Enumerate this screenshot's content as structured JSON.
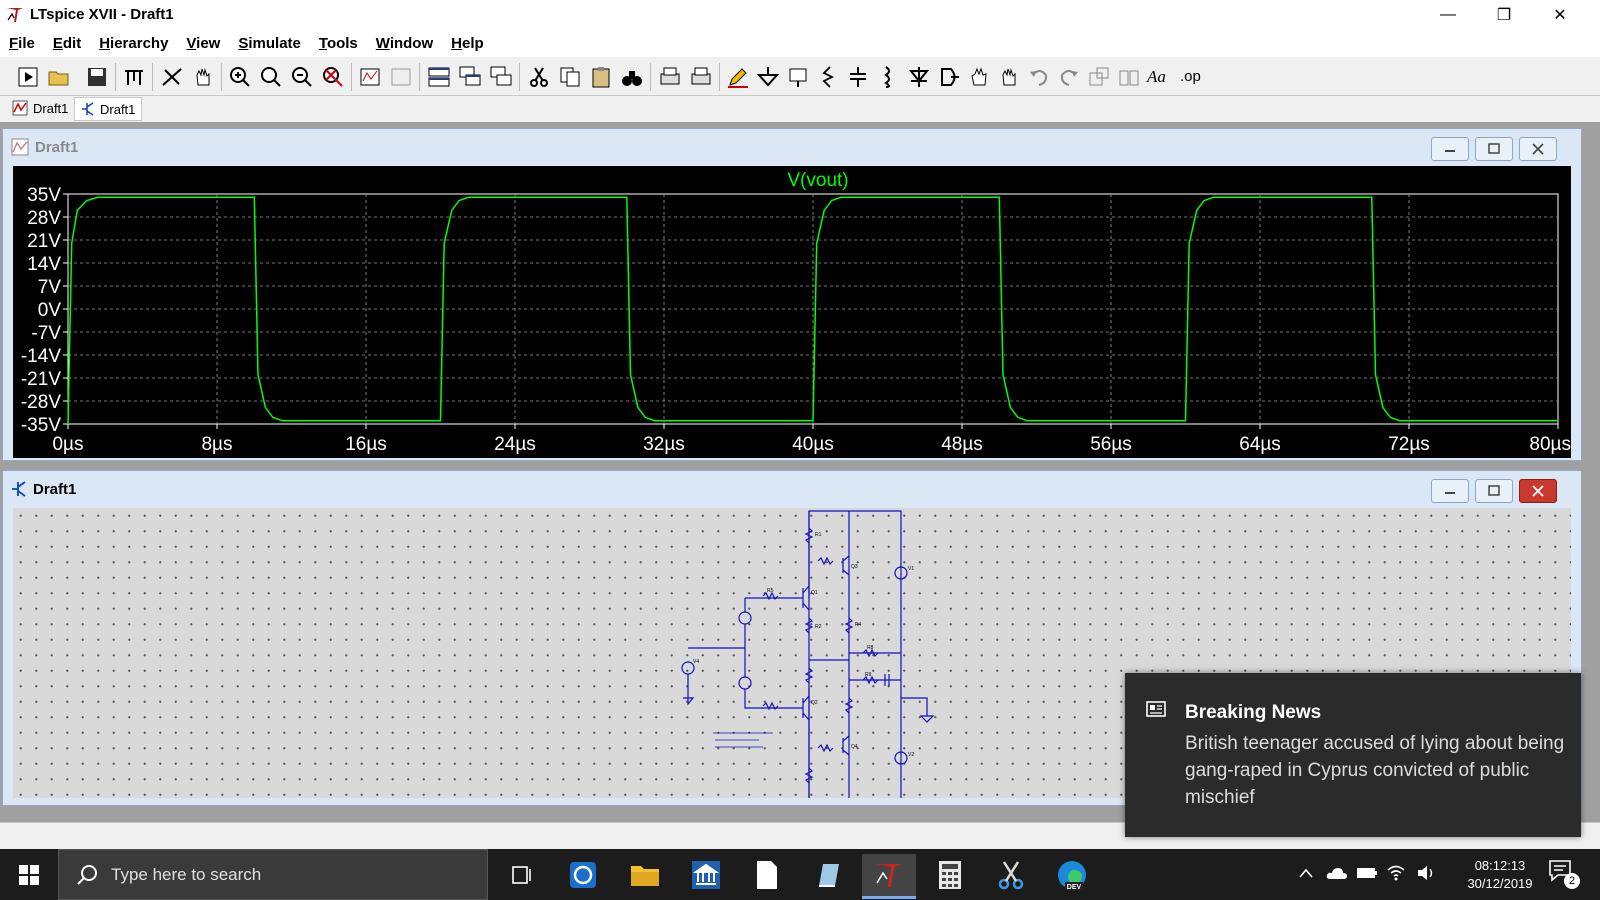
{
  "window": {
    "title": "LTspice XVII - Draft1",
    "minimize": "—",
    "maximize": "❐",
    "close": "✕"
  },
  "menu": [
    {
      "label": "File",
      "u": "F",
      "rest": "ile"
    },
    {
      "label": "Edit",
      "u": "E",
      "rest": "dit"
    },
    {
      "label": "Hierarchy",
      "u": "H",
      "rest": "ierarchy"
    },
    {
      "label": "View",
      "u": "V",
      "rest": "iew"
    },
    {
      "label": "Simulate",
      "u": "S",
      "rest": "imulate"
    },
    {
      "label": "Tools",
      "u": "T",
      "rest": "ools"
    },
    {
      "label": "Window",
      "u": "W",
      "rest": "indow"
    },
    {
      "label": "Help",
      "u": "H",
      "rest": "elp"
    }
  ],
  "toolbar_text": {
    "font_tool": "Aa",
    "op_tool": ".op"
  },
  "tabs": [
    {
      "label": "Draft1"
    },
    {
      "label": "Draft1"
    }
  ],
  "plot_window": {
    "title": "Draft1"
  },
  "schematic_window": {
    "title": "Draft1"
  },
  "chart_data": {
    "type": "line",
    "title": "V(vout)",
    "xlabel": "",
    "ylabel": "",
    "x_ticks": [
      "0µs",
      "8µs",
      "16µs",
      "24µs",
      "32µs",
      "40µs",
      "48µs",
      "56µs",
      "64µs",
      "72µs",
      "80µs"
    ],
    "y_ticks": [
      "35V",
      "28V",
      "21V",
      "14V",
      "7V",
      "0V",
      "-7V",
      "-14V",
      "-21V",
      "-28V",
      "-35V"
    ],
    "xlim": [
      0,
      80
    ],
    "ylim": [
      -35,
      35
    ],
    "grid": true,
    "color": "#00ff00",
    "series": [
      {
        "name": "V(vout)",
        "x": [
          0.0,
          0.2,
          0.5,
          1.0,
          1.6,
          2.0,
          10.0,
          10.2,
          10.6,
          11.0,
          11.5,
          12.0,
          20.0,
          20.2,
          20.6,
          21.0,
          21.5,
          22.0,
          30.0,
          30.2,
          30.6,
          31.0,
          31.5,
          32.0,
          40.0,
          40.2,
          40.6,
          41.0,
          41.5,
          42.0,
          50.0,
          50.2,
          50.6,
          51.0,
          51.5,
          52.0,
          60.0,
          60.2,
          60.6,
          61.0,
          61.5,
          62.0,
          70.0,
          70.2,
          70.6,
          71.0,
          71.5,
          72.0,
          80.0
        ],
        "y": [
          -35,
          20,
          30,
          33,
          34,
          34,
          34,
          -20,
          -30,
          -33,
          -34,
          -34,
          -34,
          20,
          30,
          33,
          34,
          34,
          34,
          -20,
          -30,
          -33,
          -34,
          -34,
          -34,
          20,
          30,
          33,
          34,
          34,
          34,
          -20,
          -30,
          -33,
          -34,
          -34,
          -34,
          20,
          30,
          33,
          34,
          34,
          34,
          -20,
          -30,
          -33,
          -34,
          -34,
          -34
        ]
      }
    ]
  },
  "taskbar": {
    "search_placeholder": "Type here to search",
    "time": "08:12:13",
    "date": "30/12/2019",
    "notifications_count": "2",
    "edge_badge": "DEV"
  },
  "toast": {
    "title": "Breaking News",
    "body": "British teenager accused of lying about being gang-raped in Cyprus convicted of public mischief"
  }
}
